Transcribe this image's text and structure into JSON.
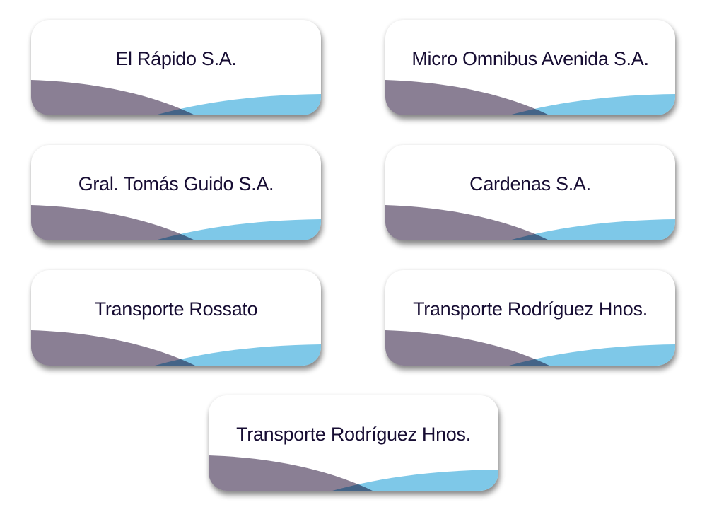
{
  "colors": {
    "wave_purple": "#8a7f94",
    "wave_blue": "#7ec8e8",
    "text": "#170d33"
  },
  "cards": [
    {
      "label": "El Rápido S.A."
    },
    {
      "label": "Micro Omnibus Avenida S.A."
    },
    {
      "label": "Gral. Tomás Guido S.A."
    },
    {
      "label": "Cardenas S.A."
    },
    {
      "label": "Transporte Rossato"
    },
    {
      "label": "Transporte Rodríguez Hnos."
    },
    {
      "label": "Transporte Rodríguez Hnos."
    }
  ]
}
